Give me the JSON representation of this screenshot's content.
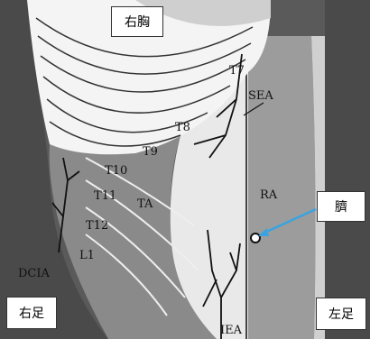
{
  "callouts": {
    "right_chest": "右胸",
    "navel": "臍",
    "right_foot": "右足",
    "left_foot": "左足"
  },
  "nerves": [
    "T7",
    "T8",
    "T9",
    "T10",
    "T11",
    "T12",
    "L1"
  ],
  "structures": {
    "sea": "SEA",
    "ra": "RA",
    "ta": "TA",
    "dcia": "DCIA",
    "iea": "IEA"
  }
}
